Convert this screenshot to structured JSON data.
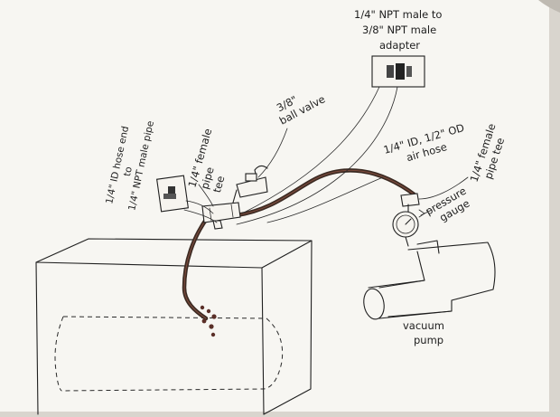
{
  "labels": {
    "adapter": [
      "1/4\" NPT male to",
      "3/8\" NPT male",
      "adapter"
    ],
    "ball_valve": [
      "3/8\"",
      "ball valve"
    ],
    "hose_end": [
      "1/4\" ID hose end",
      "to",
      "1/4\" NPT male pipe"
    ],
    "female_tee": [
      "1/4\" female",
      "pipe",
      "tee"
    ],
    "air_hose": [
      "1/4\" ID, 1/2\" OD",
      "air hose"
    ],
    "pipe_tee_right": [
      "1/4\" female",
      "pipe tee"
    ],
    "pressure_gauge": [
      "pressure",
      "gauge"
    ],
    "vacuum_pump": [
      "vacuum",
      "pump"
    ]
  },
  "colors": {
    "paper": "#f7f6f2",
    "ink": "#1f1f1f",
    "hose": "#3b2a22",
    "hose_highlight": "#7a4a3c",
    "table": "#d9d5ce"
  }
}
